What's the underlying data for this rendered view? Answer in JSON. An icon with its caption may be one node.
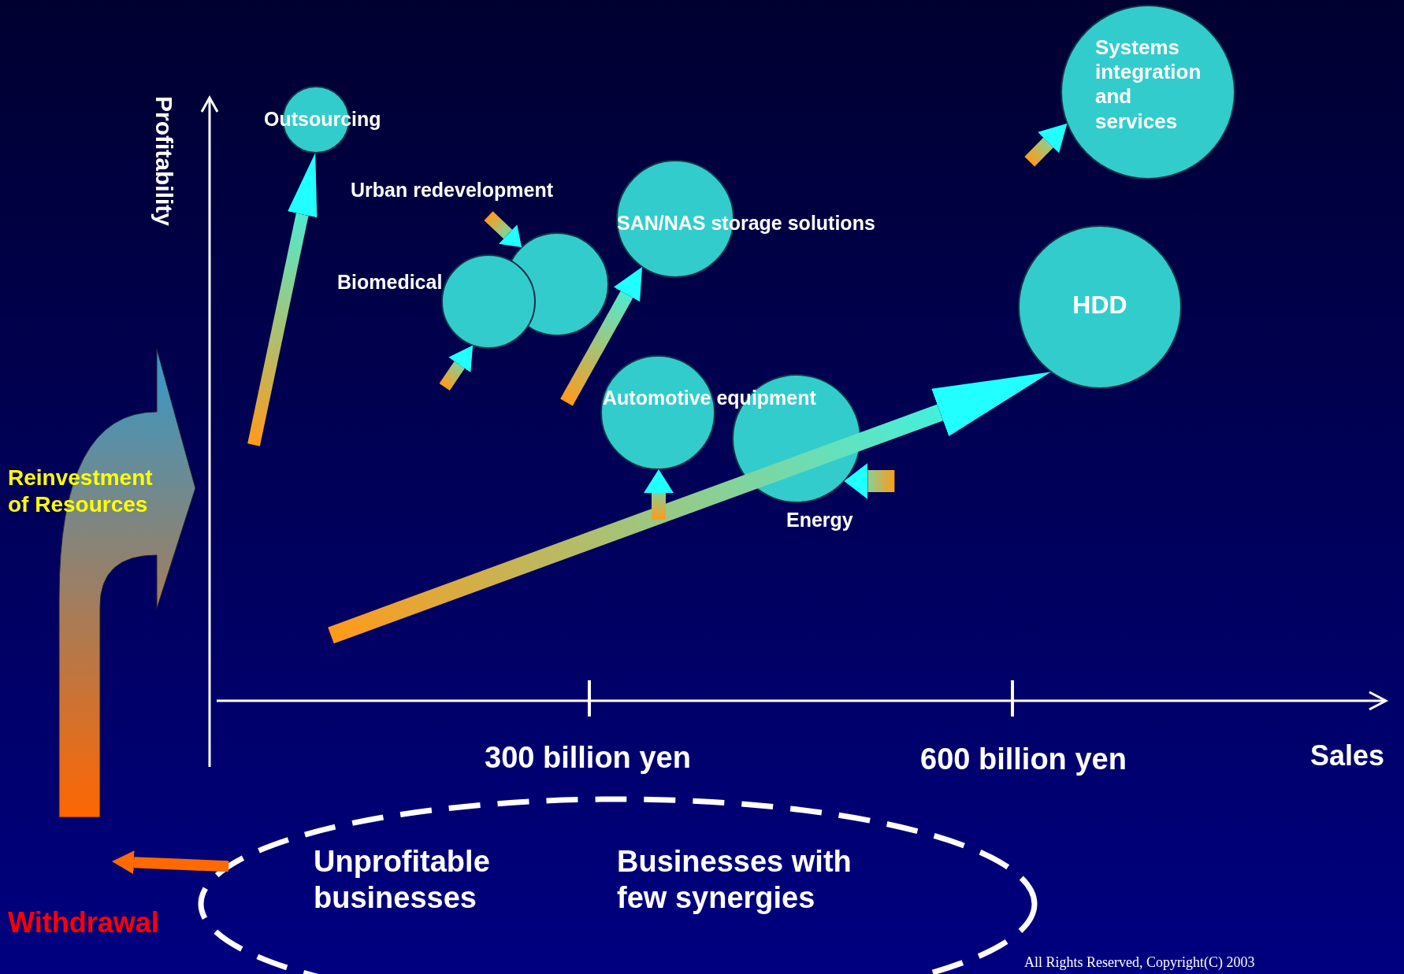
{
  "diagram": {
    "nodes": [
      {
        "text": [
          "Outsourcing"
        ]
      },
      {
        "text": [
          "Urban redevelopment"
        ]
      },
      {
        "text": [
          "Biomedical"
        ]
      },
      {
        "text": [
          "SAN/NAS storage solutions"
        ]
      },
      {
        "text": [
          "Systems integration and services"
        ]
      },
      {
        "text": [
          "HDD"
        ]
      },
      {
        "text": [
          "Automotive equipment"
        ]
      },
      {
        "text": [
          "Energy"
        ]
      },
      {
        "text": [
          "Unprofitable businesses",
          "Businesses with few synergies"
        ]
      },
      {
        "text": [
          "Withdrawal"
        ]
      }
    ],
    "edges": [
      {
        "from": null,
        "to": 0,
        "arrow": "to"
      },
      {
        "from": null,
        "to": 1,
        "arrow": "to"
      },
      {
        "from": null,
        "to": 2,
        "arrow": "to"
      },
      {
        "from": null,
        "to": 3,
        "arrow": "to"
      },
      {
        "from": null,
        "to": 4,
        "arrow": "to"
      },
      {
        "from": null,
        "to": 5,
        "arrow": "to"
      },
      {
        "from": null,
        "to": 6,
        "arrow": "to"
      },
      {
        "from": null,
        "to": 7,
        "arrow": "to"
      },
      {
        "from": 8,
        "to": 9,
        "arrow": "to",
        "color": "#ff6a00"
      }
    ],
    "labels": [
      "Profitability",
      "Reinvestment of Resources",
      "300 billion yen",
      "600 billion yen",
      "Sales",
      "All Rights Reserved, Copyright(C) 2003"
    ]
  }
}
